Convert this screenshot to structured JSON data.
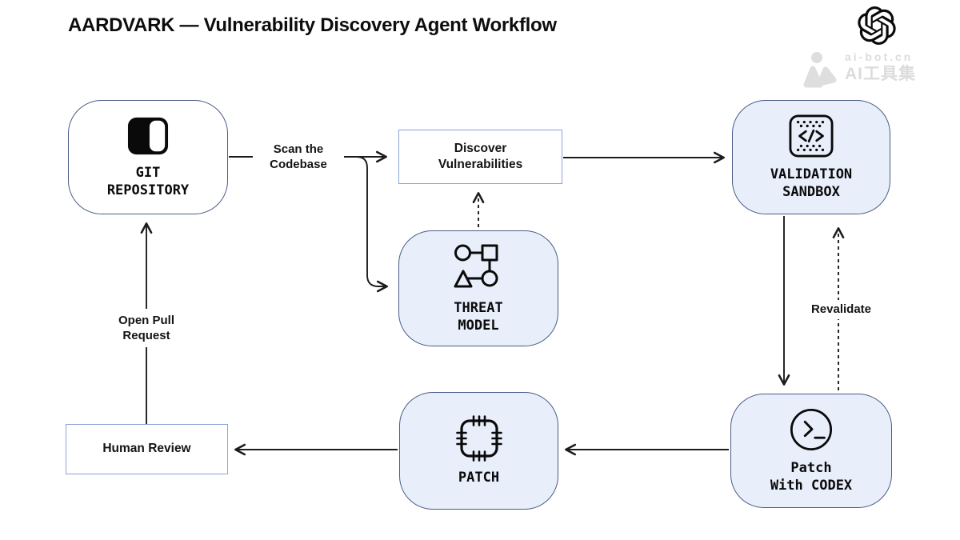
{
  "title": "AARDVARK — Vulnerability Discovery Agent Workflow",
  "watermark": {
    "line1": "ai-bot.cn",
    "line2": "AI工具集"
  },
  "nodes": {
    "git_repository": {
      "label": "GIT\nREPOSITORY",
      "icon": "repository-icon"
    },
    "discover": {
      "label": "Discover\nVulnerabilities"
    },
    "validation_sandbox": {
      "label": "VALIDATION\nSANDBOX",
      "icon": "sandbox-code-icon"
    },
    "threat_model": {
      "label": "THREAT\nMODEL",
      "icon": "threat-graph-icon"
    },
    "patch_codex": {
      "label": "Patch\nWith CODEX",
      "icon": "terminal-icon"
    },
    "patch": {
      "label": "PATCH",
      "icon": "patch-stitch-icon"
    },
    "human_review": {
      "label": "Human Review"
    }
  },
  "edges": {
    "scan": {
      "label": "Scan the\nCodebase",
      "from": "git_repository",
      "to": "discover",
      "style": "solid"
    },
    "scan_branch": {
      "from": "git_repository",
      "to": "threat_model",
      "style": "solid"
    },
    "threat_feed": {
      "from": "threat_model",
      "to": "discover",
      "style": "dashed"
    },
    "discover_to_sandbox": {
      "from": "discover",
      "to": "validation_sandbox",
      "style": "solid"
    },
    "sandbox_to_codex": {
      "from": "validation_sandbox",
      "to": "patch_codex",
      "style": "solid"
    },
    "revalidate": {
      "label": "Revalidate",
      "from": "patch_codex",
      "to": "validation_sandbox",
      "style": "dashed"
    },
    "codex_to_patch": {
      "from": "patch_codex",
      "to": "patch",
      "style": "solid"
    },
    "patch_to_review": {
      "from": "patch",
      "to": "human_review",
      "style": "solid"
    },
    "open_pr": {
      "label": "Open Pull\nRequest",
      "from": "human_review",
      "to": "git_repository",
      "style": "solid"
    }
  },
  "colors": {
    "node-border": "#4a5c85",
    "node-fill": "#e8effb",
    "box-border": "#8ba3d6",
    "line": "#1c1c1c",
    "title": "#0d0d0d",
    "watermark": "#dcdcdc"
  }
}
